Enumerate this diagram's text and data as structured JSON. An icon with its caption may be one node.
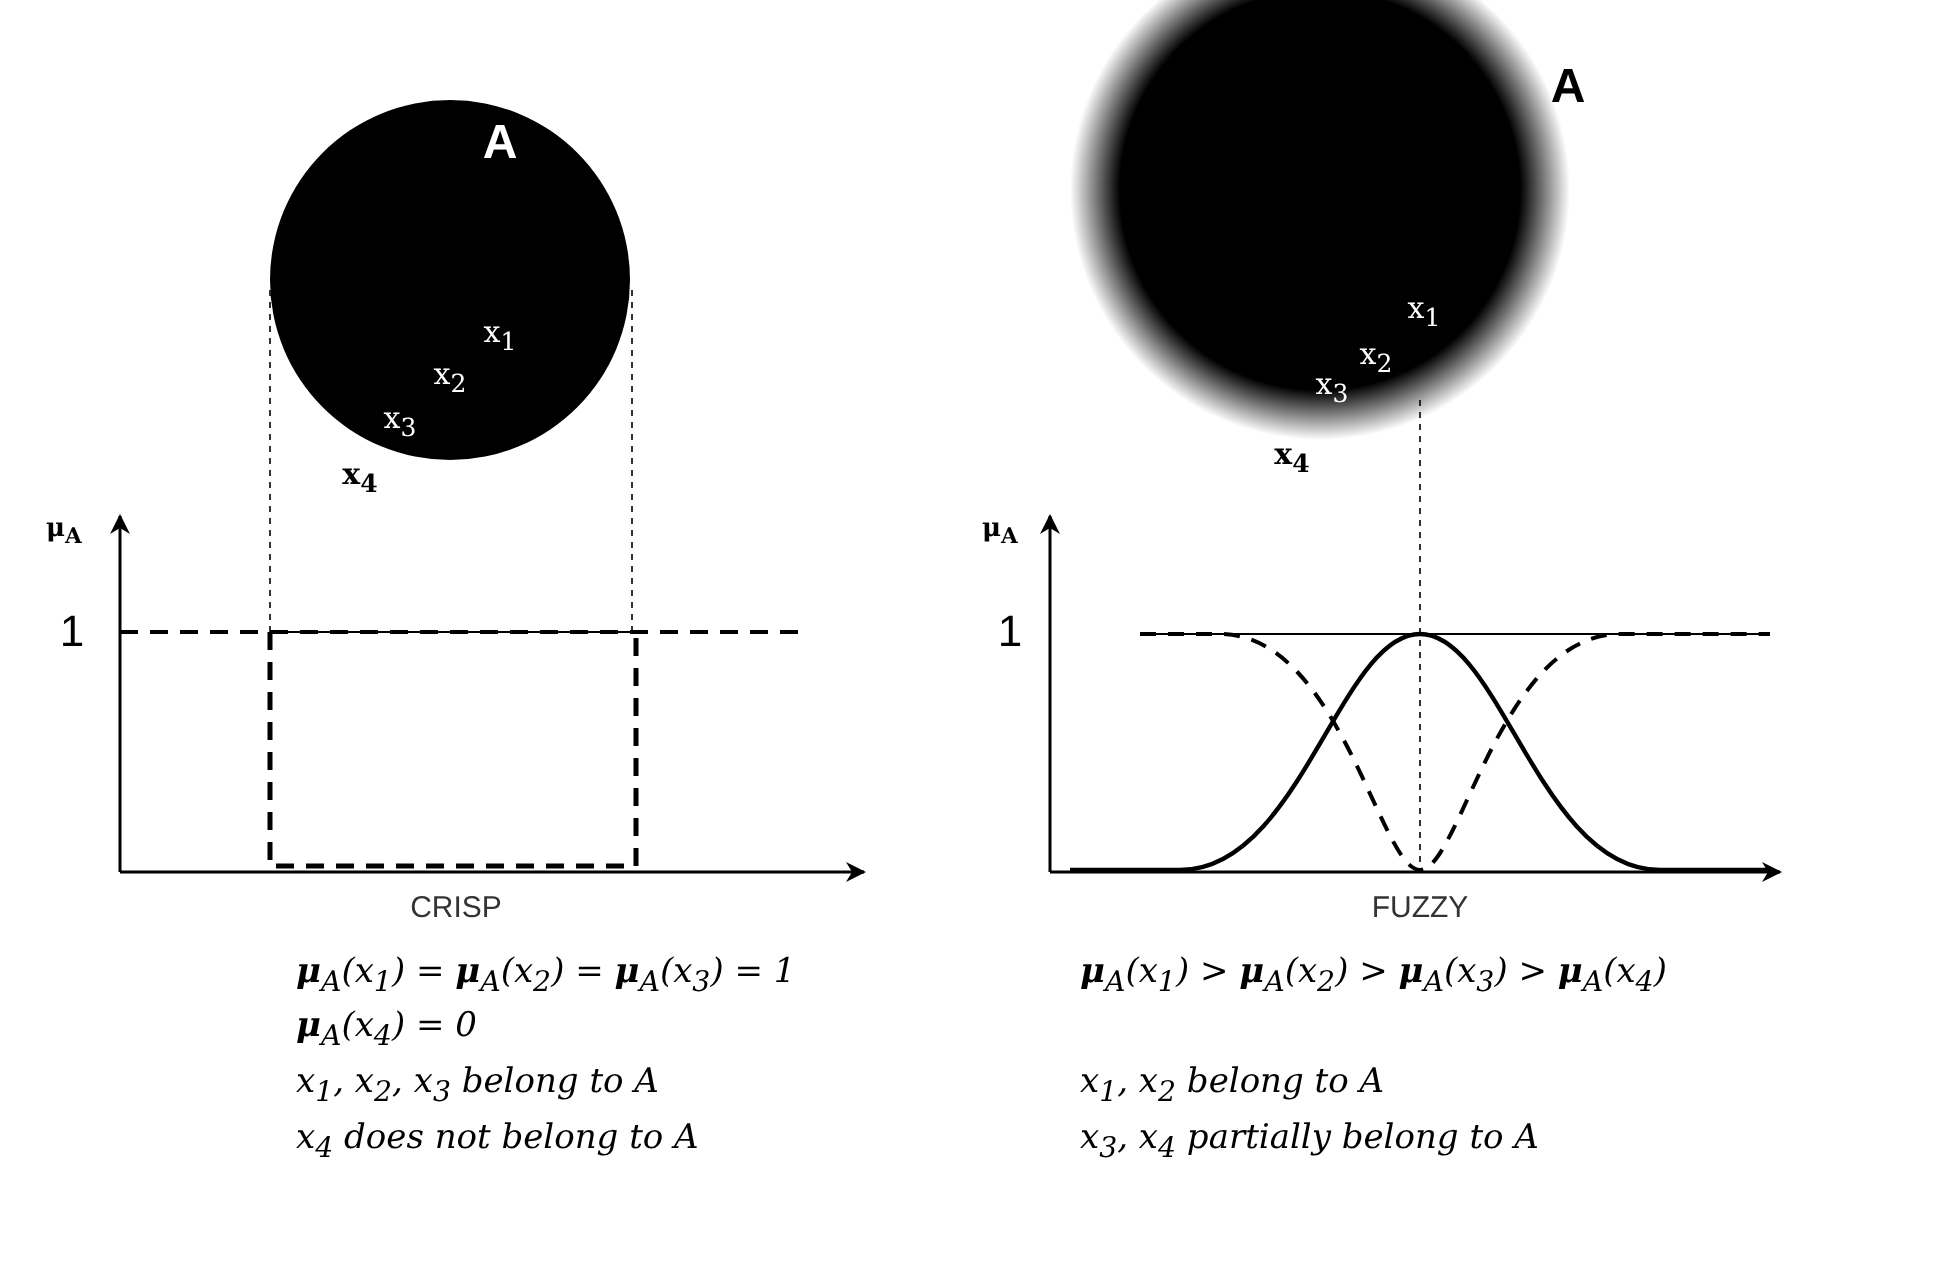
{
  "diagram": {
    "labels": [
      "A",
      "x$_{1}$",
      "x$_{2}$",
      "x$_{3}$",
      "x$_{4}$",
      "μ$_{A}$",
      "1",
      "CRISP",
      "A",
      "x$_{1}$",
      "x$_{2}$",
      "x$_{3}$",
      "x$_{4}$",
      "μ$_{A}$",
      "1",
      "FUZZY",
      "**μ**$_{A}$(x$_{1}$) = **μ**$_{A}$(x$_{2}$) = **μ**$_{A}$(x$_{3}$) = 1",
      "**μ**$_{A}$(x$_{4}$) = 0",
      "x$_{1}$, x$_{2}$, x$_{3}$ belong to A",
      "x$_{4}$ does not belong to A",
      "**μ**$_{A}$(x$_{1}$) > **μ**$_{A}$(x$_{2}$) > **μ**$_{A}$(x$_{3}$) > **μ**$_{A}$(x$_{4}$)",
      "x$_{1}$, x$_{2}$ belong to A",
      "x$_{3}$, x$_{4}$ partially belong to A"
    ]
  }
}
